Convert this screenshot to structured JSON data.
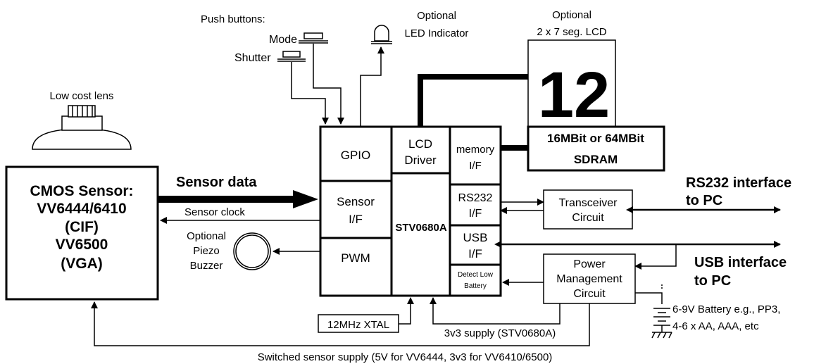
{
  "labels": {
    "push_buttons": "Push buttons:",
    "mode": "Mode",
    "shutter": "Shutter",
    "led_line1": "Optional",
    "led_line2": "LED Indicator",
    "lcd_line1": "Optional",
    "lcd_line2": "2 x 7 seg. LCD",
    "lcd_digits": "12",
    "low_cost_lens": "Low cost lens",
    "cmos_line1": "CMOS Sensor:",
    "cmos_line2": "VV6444/6410",
    "cmos_line3": "(CIF)",
    "cmos_line4": "VV6500",
    "cmos_line5": "(VGA)",
    "sensor_data": "Sensor data",
    "sensor_clock": "Sensor clock",
    "piezo_line1": "Optional",
    "piezo_line2": "Piezo",
    "piezo_line3": "Buzzer",
    "gpio": "GPIO",
    "lcd_driver_line1": "LCD",
    "lcd_driver_line2": "Driver",
    "memory_if_line1": "memory",
    "memory_if_line2": "I/F",
    "sensor_if_line1": "Sensor",
    "sensor_if_line2": "I/F",
    "chip": "STV0680A",
    "rs232_if_line1": "RS232",
    "rs232_if_line2": "I/F",
    "usb_if_line1": "USB",
    "usb_if_line2": "I/F",
    "pwm": "PWM",
    "detect_line1": "Detect Low",
    "detect_line2": "Battery",
    "sdram_line1": "16MBit or 64MBit",
    "sdram_line2": "SDRAM",
    "transceiver_line1": "Transceiver",
    "transceiver_line2": "Circuit",
    "rs232_pc_line1": "RS232 interface",
    "rs232_pc_line2": "to PC",
    "usb_pc_line1": "USB interface",
    "usb_pc_line2": "to PC",
    "power_line1": "Power",
    "power_line2": "Management",
    "power_line3": "Circuit",
    "battery_line1": "6-9V Battery e.g., PP3,",
    "battery_line2": "4-6 x AA, AAA, etc",
    "xtal": "12MHz XTAL",
    "supply_3v3": "3v3 supply (STV0680A)",
    "switched_supply": "Switched sensor supply (5V for VV6444, 3v3 for VV6410/6500)"
  }
}
